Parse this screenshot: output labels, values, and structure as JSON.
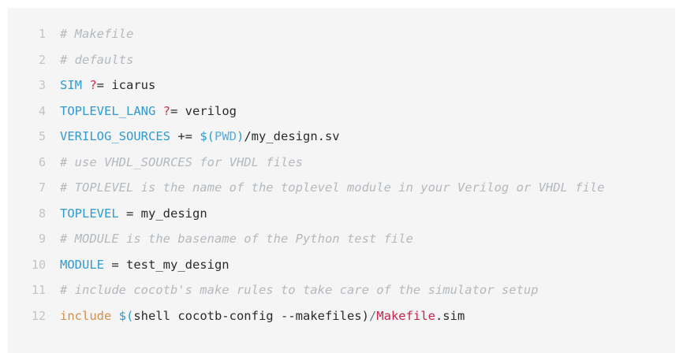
{
  "code_block": {
    "language": "makefile",
    "background_color": "#f5f5f5",
    "page_background": "#ffffff",
    "total_lines": 12,
    "colors": {
      "comment": "#b4b9be",
      "variable": "#2e9bd6",
      "operator_question": "#d0304f",
      "plain": "#2b2b2b",
      "dollar": "#2e9bd6",
      "inner_var": "#5aacdf",
      "keyword": "#d98e49",
      "target": "#c7254e",
      "line_number": "#c2c4c6"
    },
    "lines": [
      {
        "number": "1",
        "tokens": [
          {
            "text": "# Makefile",
            "type": "comment"
          }
        ]
      },
      {
        "number": "2",
        "tokens": [
          {
            "text": "# defaults",
            "type": "comment"
          }
        ]
      },
      {
        "number": "3",
        "tokens": [
          {
            "text": "SIM ",
            "type": "var"
          },
          {
            "text": "?",
            "type": "assignq"
          },
          {
            "text": "= icarus",
            "type": "plain"
          }
        ]
      },
      {
        "number": "4",
        "tokens": [
          {
            "text": "TOPLEVEL_LANG ",
            "type": "var"
          },
          {
            "text": "?",
            "type": "assignq"
          },
          {
            "text": "= verilog",
            "type": "plain"
          }
        ]
      },
      {
        "number": "5",
        "tokens": [
          {
            "text": "VERILOG_SOURCES ",
            "type": "var"
          },
          {
            "text": "+= ",
            "type": "plain"
          },
          {
            "text": "$(",
            "type": "dollar"
          },
          {
            "text": "PWD",
            "type": "inner"
          },
          {
            "text": ")",
            "type": "paren"
          },
          {
            "text": "/my_design.sv",
            "type": "plain"
          }
        ]
      },
      {
        "number": "6",
        "tokens": [
          {
            "text": "# use VHDL_SOURCES for VHDL files",
            "type": "comment"
          }
        ]
      },
      {
        "number": "7",
        "tokens": [
          {
            "text": "# TOPLEVEL is the name of the toplevel module in your Verilog or VHDL file",
            "type": "comment"
          }
        ]
      },
      {
        "number": "8",
        "tokens": [
          {
            "text": "TOPLEVEL ",
            "type": "var"
          },
          {
            "text": "= my_design",
            "type": "plain"
          }
        ]
      },
      {
        "number": "9",
        "tokens": [
          {
            "text": "# MODULE is the basename of the Python test file",
            "type": "comment"
          }
        ]
      },
      {
        "number": "10",
        "tokens": [
          {
            "text": "MODULE ",
            "type": "var"
          },
          {
            "text": "= test_my_design",
            "type": "plain"
          }
        ]
      },
      {
        "number": "11",
        "tokens": [
          {
            "text": "# include cocotb's make rules to take care of the simulator setup",
            "type": "comment"
          }
        ]
      },
      {
        "number": "12",
        "tokens": [
          {
            "text": "include ",
            "type": "keyword"
          },
          {
            "text": "$(",
            "type": "dollar"
          },
          {
            "text": "shell cocotb-config --makefiles",
            "type": "plain"
          },
          {
            "text": ")",
            "type": "plain"
          },
          {
            "text": "/",
            "type": "slash"
          },
          {
            "text": "Makefile",
            "type": "target"
          },
          {
            "text": ".sim",
            "type": "plain"
          }
        ]
      }
    ]
  }
}
